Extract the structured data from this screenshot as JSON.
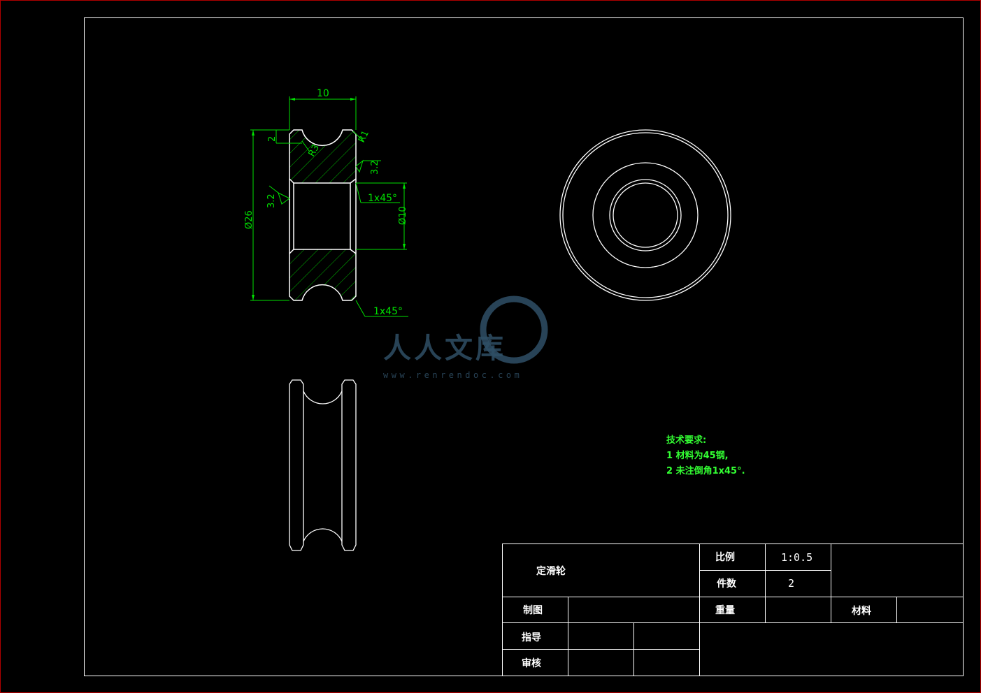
{
  "dimensions": {
    "width_10": "10",
    "groove_depth_2": "2",
    "radius_r3": "R3",
    "radius_r1": "R1",
    "roughness_top": "3.2",
    "roughness_left": "3.2",
    "chamfer_top": "1x45°",
    "chamfer_bottom": "1x45°",
    "dia_26": "Ø26",
    "dia_10": "Ø10"
  },
  "tech_requirements": {
    "title": "技术要求:",
    "item1": "1  材料为45钢,",
    "item2": "2  未注倒角1x45°."
  },
  "title_block": {
    "part_name": "定滑轮",
    "scale_label": "比例",
    "scale_value": "1:0.5",
    "qty_label": "件数",
    "qty_value": "2",
    "drawn_label": "制图",
    "weight_label": "重量",
    "material_label": "材料",
    "guide_label": "指导",
    "review_label": "审核"
  },
  "watermark": {
    "text": "人人文库",
    "url": "www.renrendoc.com"
  },
  "colors": {
    "background": "#000000",
    "frame_border": "#b00000",
    "outline": "#ffffff",
    "dimension": "#00e000",
    "notes": "#33ff33",
    "watermark": "#2f4f66"
  }
}
